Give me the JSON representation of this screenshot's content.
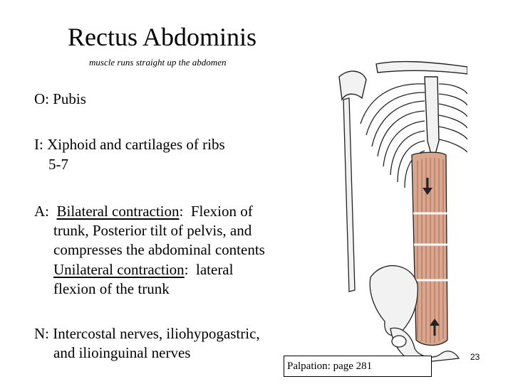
{
  "slide": {
    "title": "Rectus Abdominis",
    "subtitle": "muscle runs straight up the abdomen",
    "origin": "O:  Pubis",
    "insertion_1": "I: Xiphoid and cartilages of ribs",
    "insertion_2": "5-7",
    "action": {
      "prefix": "A:  ",
      "bilateral_label": "Bilateral contraction",
      "bilateral_rest": ":  Flexion of",
      "line2": "trunk, Posterior tilt of pelvis, and",
      "line3": "compresses the abdominal contents",
      "unilateral_label": "Unilateral contraction",
      "unilateral_rest": ":  lateral",
      "line5": "flexion of the trunk"
    },
    "nerve_1": "N: Intercostal nerves, iliohypogastric,",
    "nerve_2": "and ilioinguinal nerves",
    "palpation": "Palpation:  page 281",
    "page_number": "23"
  },
  "colors": {
    "muscle": "#d9a78e",
    "muscle_fiber": "#a86a55",
    "bone": "#f2f2f2",
    "outline": "#222222"
  },
  "icons": [
    "down-arrow-icon",
    "up-arrow-icon"
  ]
}
